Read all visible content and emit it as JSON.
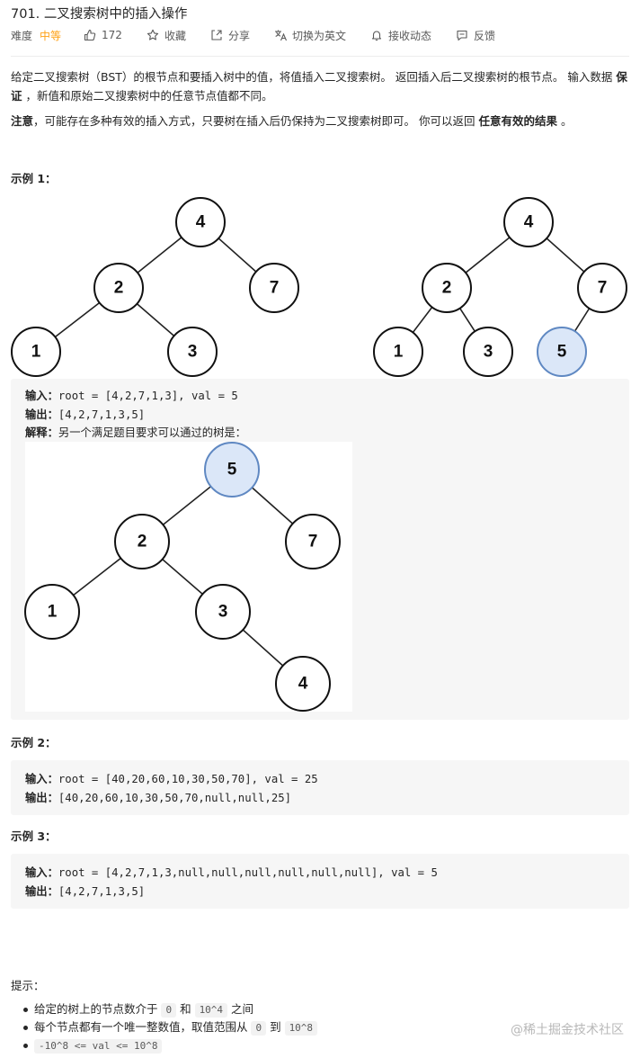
{
  "problem": {
    "title": "701. 二叉搜索树中的插入操作",
    "difficulty_label": "难度",
    "difficulty": "中等",
    "likes": "172",
    "collect": "收藏",
    "share": "分享",
    "switch_lang": "切换为英文",
    "notify": "接收动态",
    "feedback": "反馈",
    "desc1": "给定二叉搜索树（BST）的根节点和要插入树中的值，将值插入二叉搜索树。 返回插入后二叉搜索树的根节点。 输入数据 ",
    "desc1_bold": "保证",
    "desc1_end": " ，新值和原始二叉搜索树中的任意节点值都不同。",
    "desc2_bold": "注意",
    "desc2": "，可能存在多种有效的插入方式，只要树在插入后仍保持为二叉搜索树即可。 你可以返回 ",
    "desc2_bold2": "任意有效的结果",
    "desc2_end": " 。"
  },
  "examples": [
    {
      "heading": "示例 1：",
      "input_label": "输入：",
      "input": "root = [4,2,7,1,3], val = 5",
      "output_label": "输出：",
      "output": "[4,2,7,1,3,5]",
      "explain_label": "解释：",
      "explain": "另一个满足题目要求可以通过的树是：",
      "trees": {
        "original": [
          "4",
          "2",
          "7",
          "1",
          "3"
        ],
        "inserted": [
          "4",
          "2",
          "7",
          "1",
          "3",
          "5"
        ],
        "alternative": [
          "5",
          "2",
          "7",
          "1",
          "3",
          "4"
        ]
      }
    },
    {
      "heading": "示例 2：",
      "input_label": "输入：",
      "input": "root = [40,20,60,10,30,50,70], val = 25",
      "output_label": "输出：",
      "output": "[40,20,60,10,30,50,70,null,null,25]"
    },
    {
      "heading": "示例 3：",
      "input_label": "输入：",
      "input": "root = [4,2,7,1,3,null,null,null,null,null,null], val = 5",
      "output_label": "输出：",
      "output": "[4,2,7,1,3,5]"
    }
  ],
  "tips": {
    "heading": "提示：",
    "items": [
      {
        "pre": "给定的树上的节点数介于 ",
        "code1": "0",
        "mid": " 和 ",
        "code2": "10^4",
        "post": " 之间"
      },
      {
        "pre": "每个节点都有一个唯一整数值，取值范围从 ",
        "code1": "0",
        "mid": " 到 ",
        "code2": "10^8",
        "post": ""
      },
      {
        "code1": "-10^8 <= val <= 10^8"
      }
    ]
  },
  "watermark": "@稀土掘金技术社区",
  "colors": {
    "difficulty": "#ffa116",
    "highlight_fill": "#dbe7f8",
    "highlight_stroke": "#5f88c2"
  }
}
